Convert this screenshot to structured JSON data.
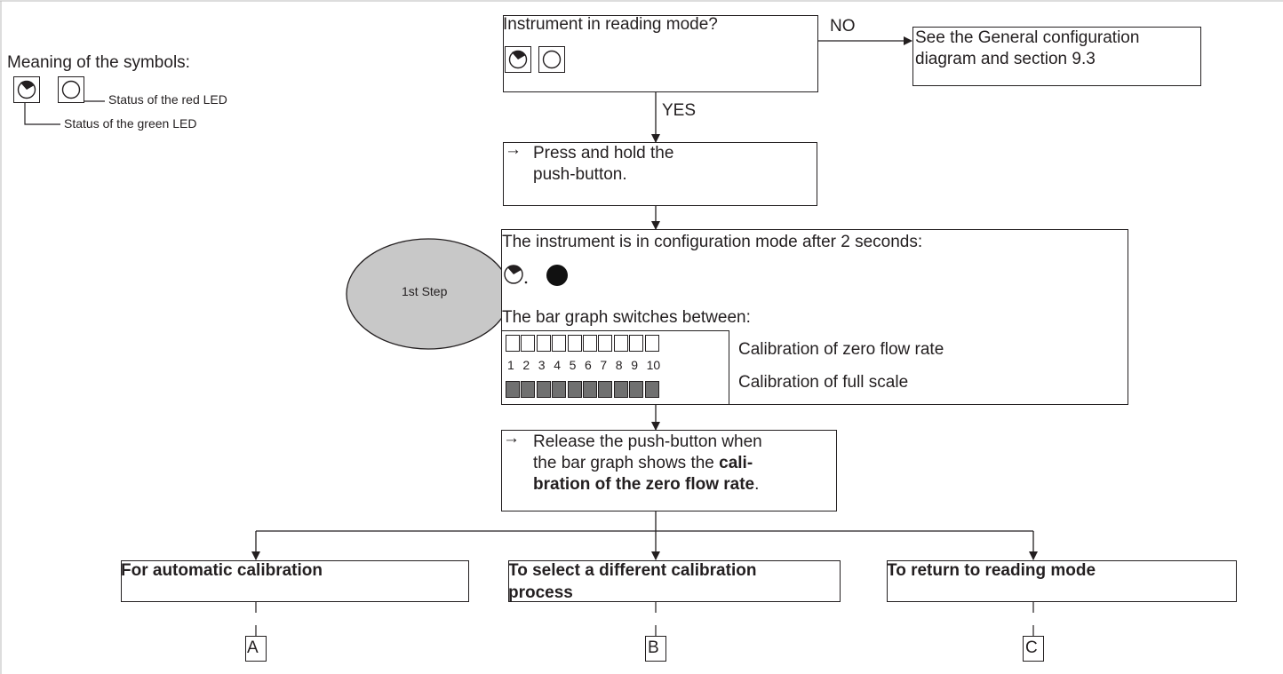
{
  "legend": {
    "title": "Meaning of the symbols:",
    "red_led": "Status of the red LED",
    "green_led": "Status of the green LED"
  },
  "flow": {
    "q_reading": "Instrument in reading mode?",
    "no_label": "NO",
    "yes_label": "YES",
    "see_general_line1": "See the General configuration",
    "see_general_line2": "diagram and section  9.3",
    "press_line1": "Press and hold the",
    "press_line2": "push-button.",
    "config_line": "The instrument is in configuration mode after 2 seconds:",
    "bar_switch": "The bar graph switches between:",
    "cal_zero": "Calibration of zero flow rate",
    "cal_full": "Calibration of full scale",
    "release_line1": "Release the push-button when",
    "release_line2": "the bar graph shows the",
    "release_bold1": "cali-",
    "release_bold2": "bration of the zero flow rate",
    "release_end": ".",
    "step_label": "1st Step",
    "auto_cal": "For automatic calibration",
    "select_cal_line1": "To select a different calibration",
    "select_cal_line2": "process",
    "return_read": "To return to reading mode",
    "label_a": "A",
    "label_b": "B",
    "label_c": "C",
    "arrow_glyph": "→"
  },
  "bar_numbers": [
    "1",
    "2",
    "3",
    "4",
    "5",
    "6",
    "7",
    "8",
    "9",
    "10"
  ]
}
